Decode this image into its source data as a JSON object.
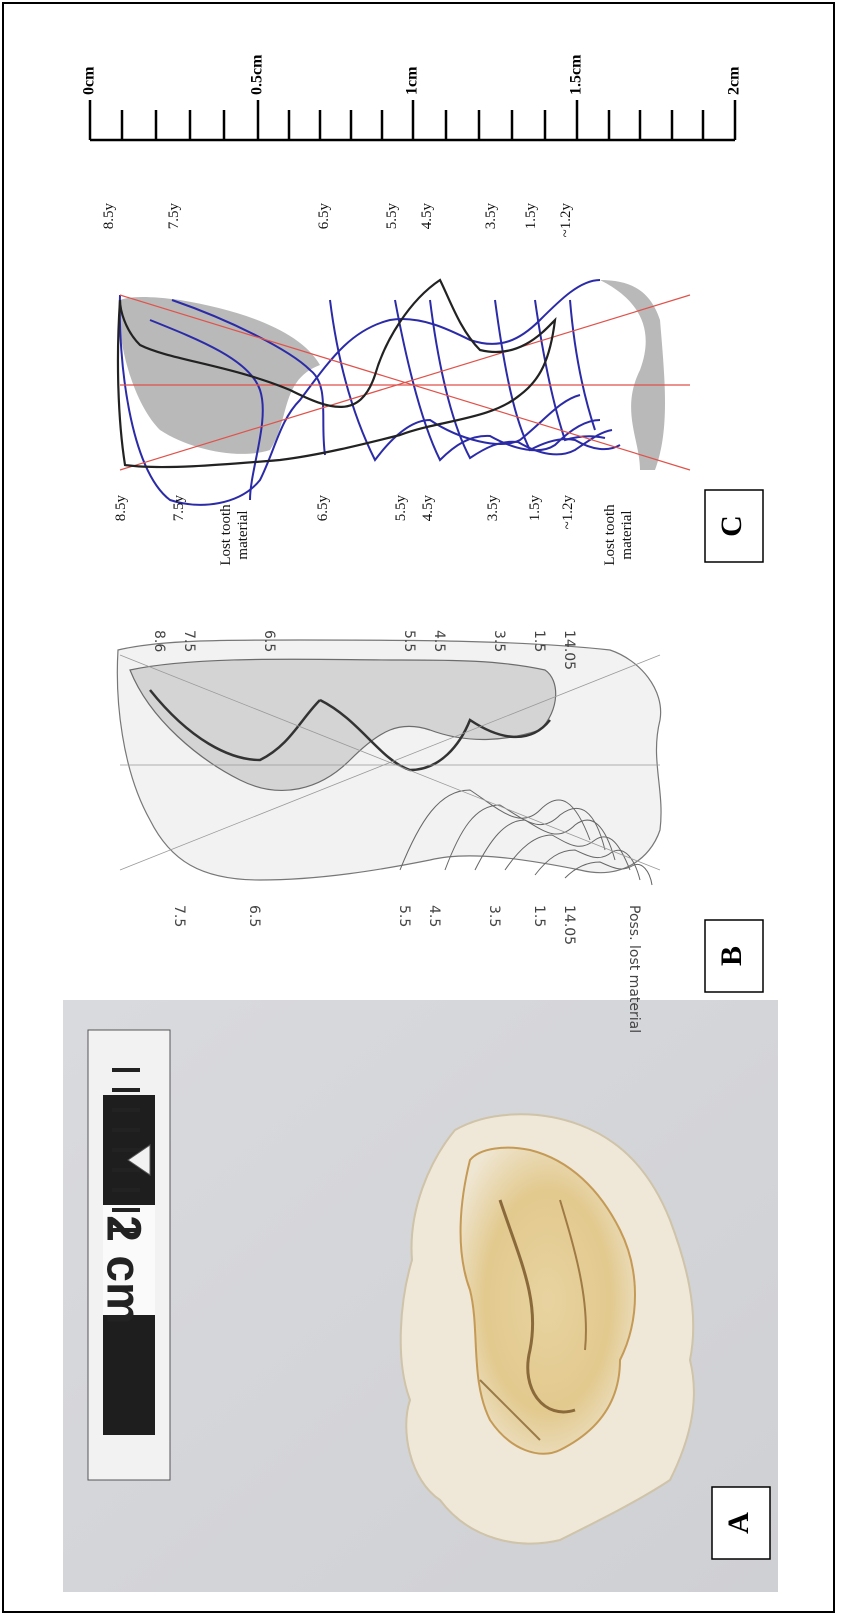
{
  "panels": {
    "a": {
      "letter": "A",
      "ruler_label": "2 cm"
    },
    "b": {
      "letter": "B",
      "pencil_labels_top": [
        "8.6",
        "7.5",
        "6.5",
        "5.5",
        "4.5",
        "3.5",
        "1.5",
        "14.05"
      ],
      "pencil_labels_bottom": [
        "7.5",
        "6.5",
        "5.5",
        "4.5",
        "3.5",
        "1.5",
        "14.05",
        "Poss. lost material"
      ]
    },
    "c": {
      "letter": "C",
      "right_labels": [
        "8.5y",
        "7.5y",
        "6.5y",
        "5.5y",
        "4.5y",
        "3.5y",
        "1.5y",
        "~1.2y"
      ],
      "left_labels": [
        "8.5y",
        "7.5y",
        "6.5y",
        "5.5y",
        "4.5y",
        "3.5y",
        "1.5y",
        "~1.2y"
      ],
      "lost_left_line1": "Lost tooth",
      "lost_left_line2": "material",
      "lost_bottom_line1": "Lost tooth",
      "lost_bottom_line2": "material"
    }
  },
  "scale": {
    "labels": [
      "0cm",
      "0.5cm",
      "1cm",
      "1.5cm",
      "2cm"
    ]
  },
  "colors": {
    "growth_line": "#2b2ba8",
    "axis_line": "#e0524a",
    "lost_material": "#b9b9b9",
    "pulp_outline": "#222222"
  }
}
